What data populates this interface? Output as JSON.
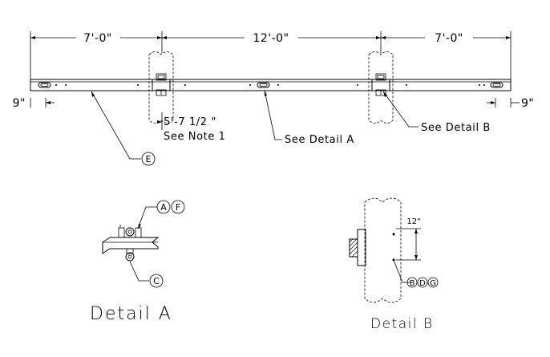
{
  "dimensions": {
    "left_span": "7'-0\"",
    "center_span": "12'-0\"",
    "right_span": "7'-0\"",
    "left_end": "9\"",
    "right_end": "9\"",
    "offset": "5'-7 1/2 \""
  },
  "notes": {
    "see_note": "See Note 1",
    "see_detail_a": "See Detail A",
    "see_detail_b": "See Detail B"
  },
  "callouts": {
    "e": "E",
    "a": "A",
    "f": "F",
    "c": "C",
    "b": "B",
    "d": "D",
    "g": "G"
  },
  "detail_b_dim": "12\"",
  "titles": {
    "detail_a": "Detail A",
    "detail_b": "Detail B"
  }
}
